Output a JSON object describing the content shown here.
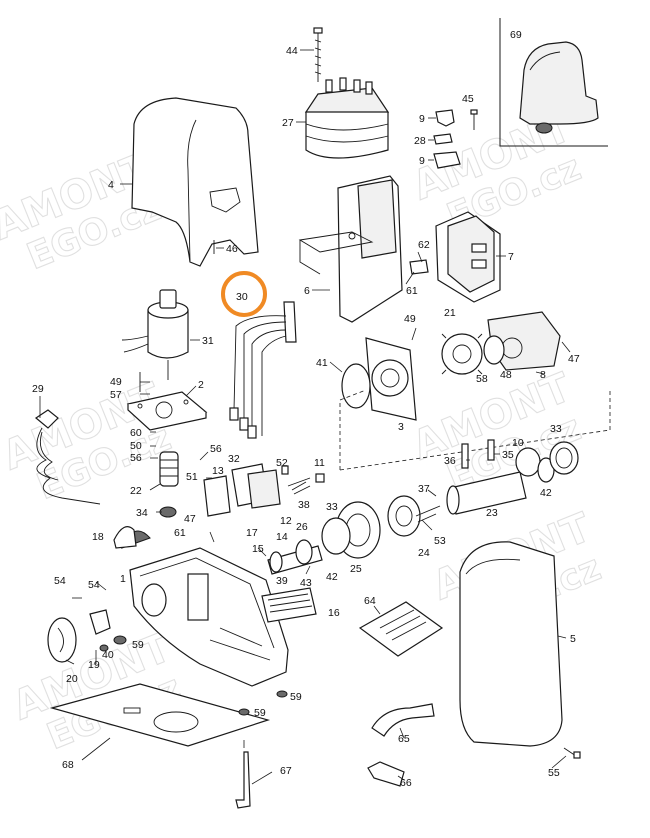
{
  "watermarks": [
    {
      "text": "AMONT",
      "sub": "EGO.cz"
    },
    {
      "text": "AMONT",
      "sub": "EGO.cz"
    },
    {
      "text": "AMONT",
      "sub": "EGO.cz"
    },
    {
      "text": "AMONT",
      "sub": "EGO.cz"
    },
    {
      "text": "AMONT",
      "sub": "EGO.cz"
    },
    {
      "text": "AMONT",
      "sub": "EGO.cz"
    }
  ],
  "highlight": {
    "label": "30",
    "color": "#f08a24"
  },
  "labels": {
    "p44": "44",
    "p27": "27",
    "p9a": "9",
    "p45": "45",
    "p28": "28",
    "p9b": "9",
    "p69": "69",
    "p4": "4",
    "p46": "46",
    "p6": "6",
    "p62": "62",
    "p7": "7",
    "p61a": "61",
    "p31": "31",
    "p49a": "49",
    "p21": "21",
    "p47a": "47",
    "p41": "41",
    "p58": "58",
    "p48": "48",
    "p8": "8",
    "p3": "3",
    "p29": "29",
    "p49b": "49",
    "p57": "57",
    "p2": "2",
    "p60": "60",
    "p50": "50",
    "p56a": "56",
    "p56b": "56",
    "p22": "22",
    "p34": "34",
    "p51": "51",
    "p13": "13",
    "p32": "32",
    "p52": "52",
    "p11": "11",
    "p38": "38",
    "p12": "12",
    "p17": "17",
    "p36": "36",
    "p35": "35",
    "p10": "10",
    "p33a": "33",
    "p42a": "42",
    "p37": "37",
    "p23": "23",
    "p53": "53",
    "p24": "24",
    "p33b": "33",
    "p25": "25",
    "p26": "26",
    "p14": "14",
    "p15": "15",
    "p42b": "42",
    "p39": "39",
    "p43": "43",
    "p16": "16",
    "p18": "18",
    "p47b": "47",
    "p61b": "61",
    "p1": "1",
    "p54a": "54",
    "p54b": "54",
    "p59a": "59",
    "p40": "40",
    "p19": "19",
    "p20": "20",
    "p59b": "59",
    "p59c": "59",
    "p68": "68",
    "p64": "64",
    "p5": "5",
    "p65": "65",
    "p66": "66",
    "p67": "67",
    "p55": "55"
  }
}
